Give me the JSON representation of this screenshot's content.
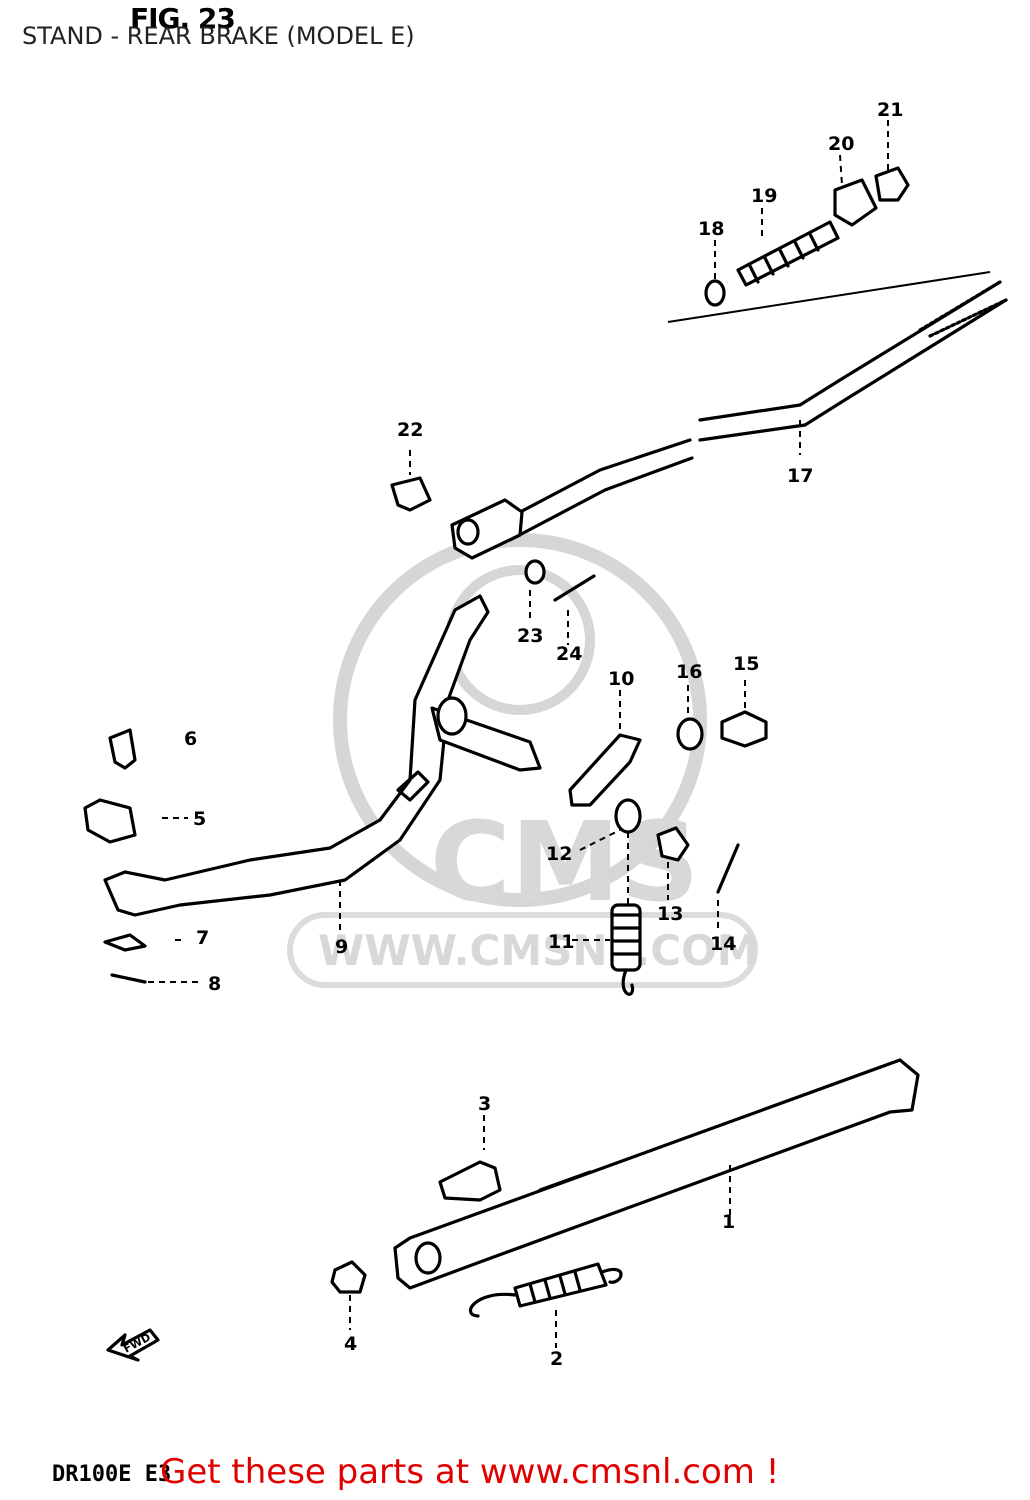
{
  "header": {
    "fig_label": "FIG. 23",
    "title": "STAND - REAR BRAKE (MODEL E)"
  },
  "diagram": {
    "callouts": [
      "1",
      "2",
      "3",
      "4",
      "5",
      "6",
      "7",
      "8",
      "9",
      "10",
      "11",
      "12",
      "13",
      "14",
      "15",
      "16",
      "17",
      "18",
      "19",
      "20",
      "21",
      "22",
      "23",
      "24"
    ],
    "fwd_marker": "FWD"
  },
  "watermark": {
    "logo": "CMS",
    "url": "WWW.CMSNL.COM"
  },
  "footer": {
    "model_code": "DR100E E3",
    "promo": "Get these parts at www.cmsnl.com !"
  }
}
